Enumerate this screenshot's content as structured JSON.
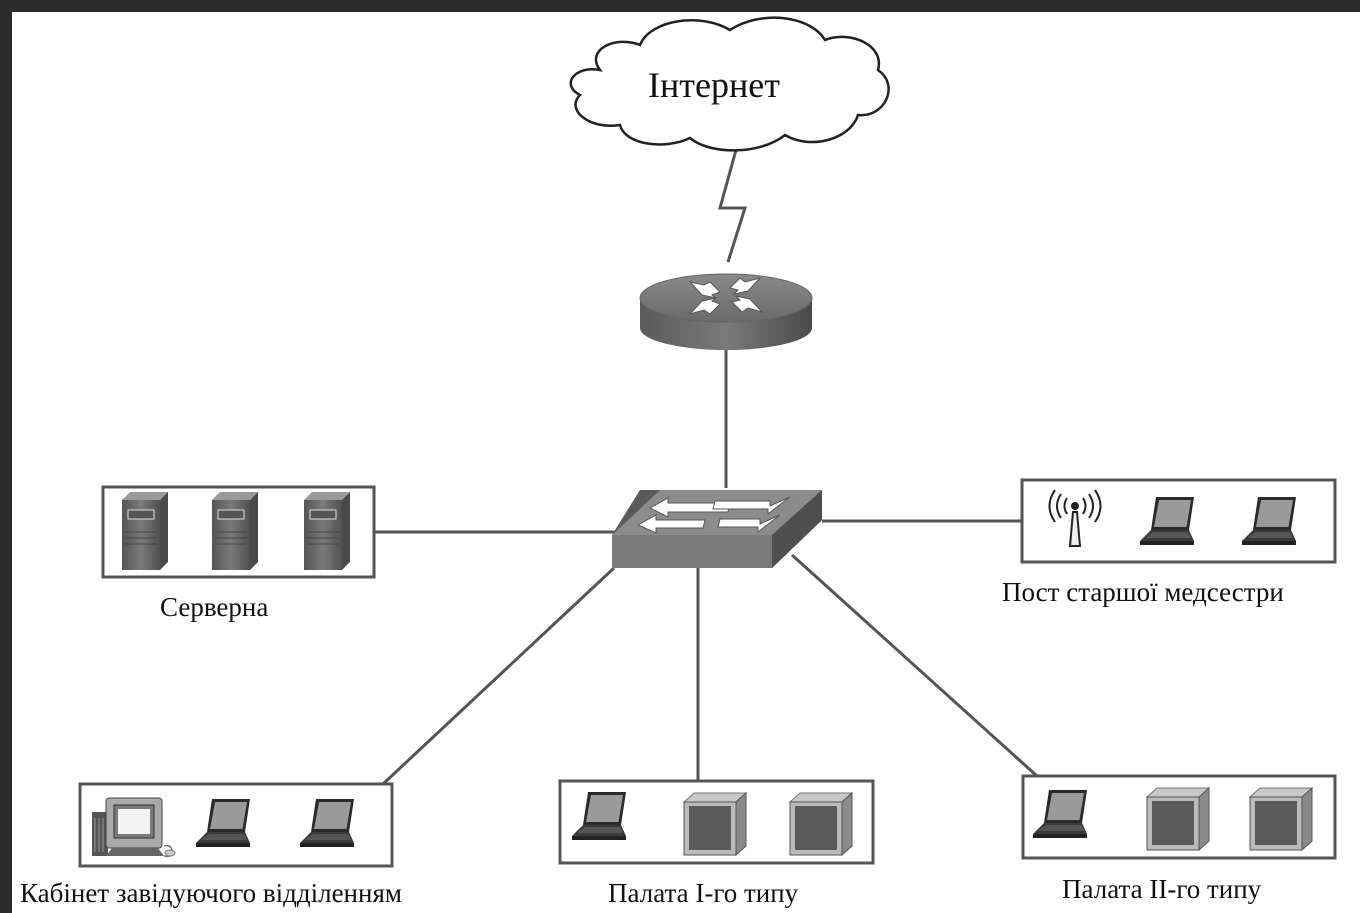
{
  "internet_label": "Інтернет",
  "groups": {
    "server_room": {
      "label": "Серверна",
      "devices": [
        "server-icon",
        "server-icon",
        "server-icon"
      ]
    },
    "head_nurse_post": {
      "label": "Пост старшої медсестри",
      "devices": [
        "wireless-access-point-icon",
        "laptop-icon",
        "laptop-icon"
      ]
    },
    "head_office": {
      "label": "Кабінет завідуючого відділенням",
      "devices": [
        "desktop-pc-icon",
        "laptop-icon",
        "laptop-icon"
      ]
    },
    "ward_type_1": {
      "label": "Палата І-го типу",
      "devices": [
        "laptop-icon",
        "workstation-icon",
        "workstation-icon"
      ]
    },
    "ward_type_2": {
      "label": "Палата ІІ-го типу",
      "devices": [
        "laptop-icon",
        "workstation-icon",
        "workstation-icon"
      ]
    }
  },
  "nodes": {
    "router": "router-icon",
    "switch": "switch-icon",
    "cloud": "cloud-icon"
  },
  "colors": {
    "frame": "#2b2b2b",
    "line": "#555555",
    "device": "#6e6e6e",
    "screen": "#9a9a9a"
  }
}
